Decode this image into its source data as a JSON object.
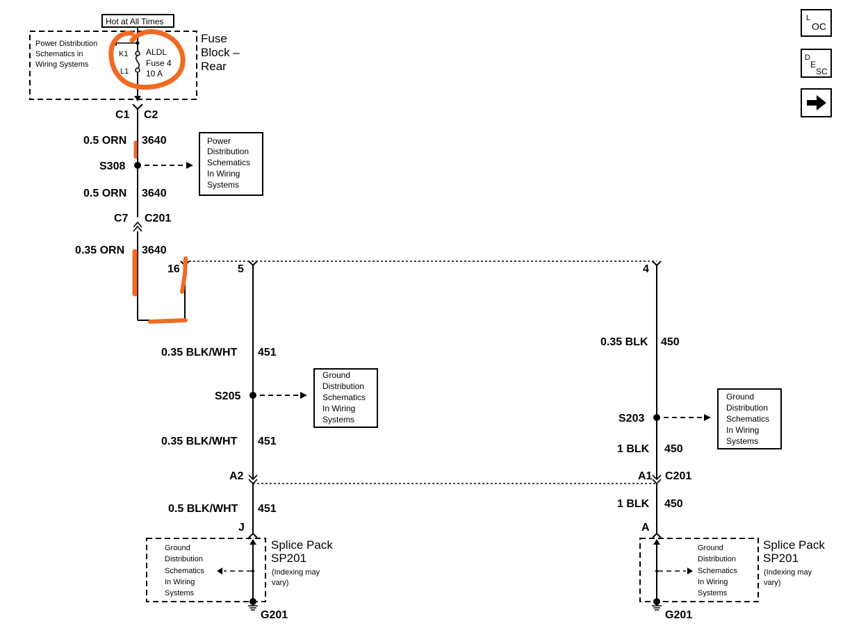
{
  "fuse": {
    "hot_label": "Hot at All Times",
    "block_name_1": "Fuse",
    "block_name_2": "Block –",
    "block_name_3": "Rear",
    "pd_line1": "Power Distribution",
    "pd_line2": "Schematics in",
    "pd_line3": "Wiring Systems",
    "k1": "K1",
    "l1": "L1",
    "name_1": "ALDL",
    "name_2": "Fuse 4",
    "name_3": "10 A"
  },
  "connectors": {
    "c1": "C1",
    "c2": "C2",
    "c7": "C7",
    "c201_top": "C201",
    "a2": "A2",
    "a1": "A1",
    "c201_bottom": "C201",
    "pin16": "16",
    "pin5": "5",
    "pin4": "4",
    "pinJ": "J",
    "pinA": "A"
  },
  "wires": {
    "w1_size": "0.5 ORN",
    "w1_circuit": "3640",
    "w2_size": "0.5 ORN",
    "w2_circuit": "3640",
    "w3_size": "0.35 ORN",
    "w3_circuit": "3640",
    "w4_size": "0.35 BLK/WHT",
    "w4_circuit": "451",
    "w5_size": "0.35 BLK/WHT",
    "w5_circuit": "451",
    "w6_size": "0.5 BLK/WHT",
    "w6_circuit": "451",
    "w7_size": "0.35 BLK",
    "w7_circuit": "450",
    "w8_size": "1 BLK",
    "w8_circuit": "450",
    "w9_size": "1 BLK",
    "w9_circuit": "450"
  },
  "splices": {
    "s308": "S308",
    "s205": "S205",
    "s203": "S203"
  },
  "refs": {
    "power_1": "Power",
    "power_2": "Distribution",
    "power_3": "Schematics",
    "power_4": "In Wiring",
    "power_5": "Systems",
    "gnd_a_1": "Ground",
    "gnd_a_2": "Distribution",
    "gnd_a_3": "Schematics",
    "gnd_a_4": "In Wiring",
    "gnd_a_5": "Systems",
    "gnd_b_1": "Ground",
    "gnd_b_2": "Distribution",
    "gnd_b_3": "Schematics",
    "gnd_b_4": "In Wiring",
    "gnd_b_5": "Systems"
  },
  "splice_pack_left": {
    "title_1": "Splice Pack",
    "title_2": "SP201",
    "note_1": "(Indexing may",
    "note_2": "vary)",
    "ref_1": "Ground",
    "ref_2": "Distribution",
    "ref_3": "Schematics",
    "ref_4": "In Wiring",
    "ref_5": "Systems",
    "ground": "G201"
  },
  "splice_pack_right": {
    "title_1": "Splice Pack",
    "title_2": "SP201",
    "note_1": "(Indexing may",
    "note_2": "vary)",
    "ref_1": "Ground",
    "ref_2": "Distribution",
    "ref_3": "Schematics",
    "ref_4": "In Wiring",
    "ref_5": "Systems",
    "ground": "G201"
  },
  "nav": {
    "loc_l": "L",
    "loc_oc": "OC",
    "desc_d": "D",
    "desc_e": "E",
    "desc_sc": "SC"
  },
  "colors": {
    "highlight": "#f26a21",
    "line": "#000000",
    "background": "#ffffff"
  }
}
